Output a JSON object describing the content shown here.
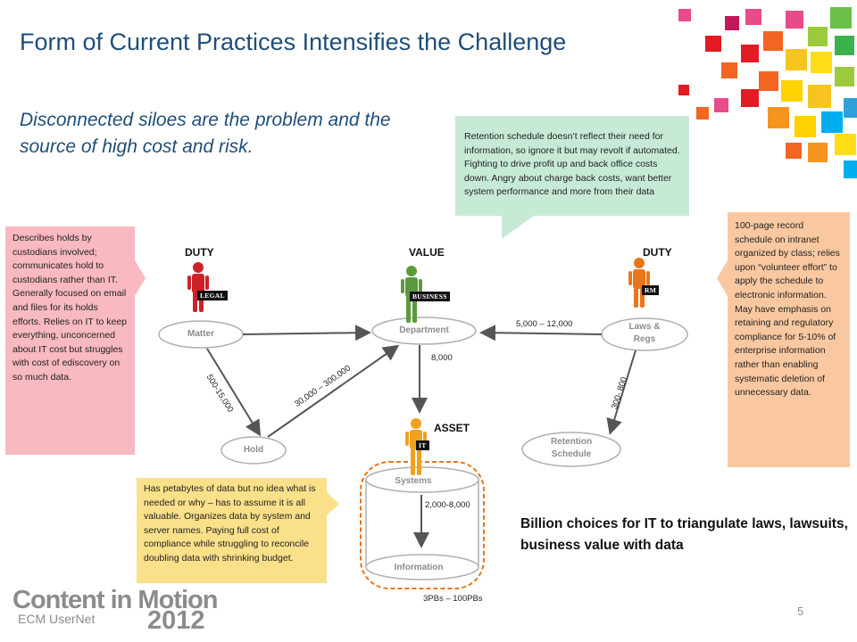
{
  "slide": {
    "title": "Form of Current Practices Intensifies the Challenge",
    "subtitle": "Disconnected siloes are the problem and the source of high cost and risk.",
    "page_number": "5"
  },
  "logo": {
    "main": "Content in Motion",
    "sub": "ECM UserNet",
    "year": "2012"
  },
  "roles": {
    "legal": {
      "heading": "DUTY",
      "badge": "LEGAL",
      "color": "#cc2229"
    },
    "business": {
      "heading": "VALUE",
      "badge": "BUSINESS",
      "color": "#5a9a3c"
    },
    "rm": {
      "heading": "DUTY",
      "badge": "RM",
      "color": "#e8751a"
    },
    "it": {
      "heading": "ASSET",
      "badge": "IT",
      "color": "#f0a11f"
    }
  },
  "nodes": {
    "matter": "Matter",
    "department": "Department",
    "laws_regs_1": "Laws &",
    "laws_regs_2": "Regs",
    "hold": "Hold",
    "retention_1": "Retention",
    "retention_2": "Schedule",
    "systems": "Systems",
    "information": "Information"
  },
  "edges": {
    "matter_hold": "500-15,000",
    "hold_department": "30,000 – 300,000",
    "laws_department": "5,000 – 12,000",
    "department_systems": "8,000",
    "laws_retention": "300- 800",
    "systems_information": "2,000-8,000",
    "information_volume": "3PBs – 100PBs"
  },
  "callouts": {
    "legal": "Describes holds by custodians involved; communicates hold to custodians rather than IT.  Generally focused on email and files for its holds efforts. Relies on IT to keep everything, unconcerned about IT cost but struggles with cost of ediscovery on so much data.",
    "business": "Retention schedule doesn’t reflect their need for information, so ignore it but may revolt if automated.    Fighting to drive profit up and back office costs down.  Angry about charge back costs, want better system performance and more from their data",
    "rm": "100-page record schedule on intranet organized by class; relies upon “volunteer effort” to apply the schedule to electronic information.  May have emphasis on retaining and regulatory compliance for 5-10% of enterprise information rather than enabling systematic deletion of unnecessary data.",
    "it": "Has petabytes of data  but no idea what is needed or why – has to assume it is all valuable.  Organizes data by system and server names. Paying full cost of compliance while struggling to reconcile doubling data with shrinking budget."
  },
  "conclusion": "Billion choices for IT to triangulate laws, lawsuits, business value with data",
  "colors": {
    "title": "#1f4e79",
    "legal_note": "#f8b9c0",
    "business_note": "#c6ead6",
    "rm_note": "#f9c8a0",
    "it_note": "#fbe08a",
    "arrow": "#555555",
    "dashed_border": "#e8751a"
  }
}
